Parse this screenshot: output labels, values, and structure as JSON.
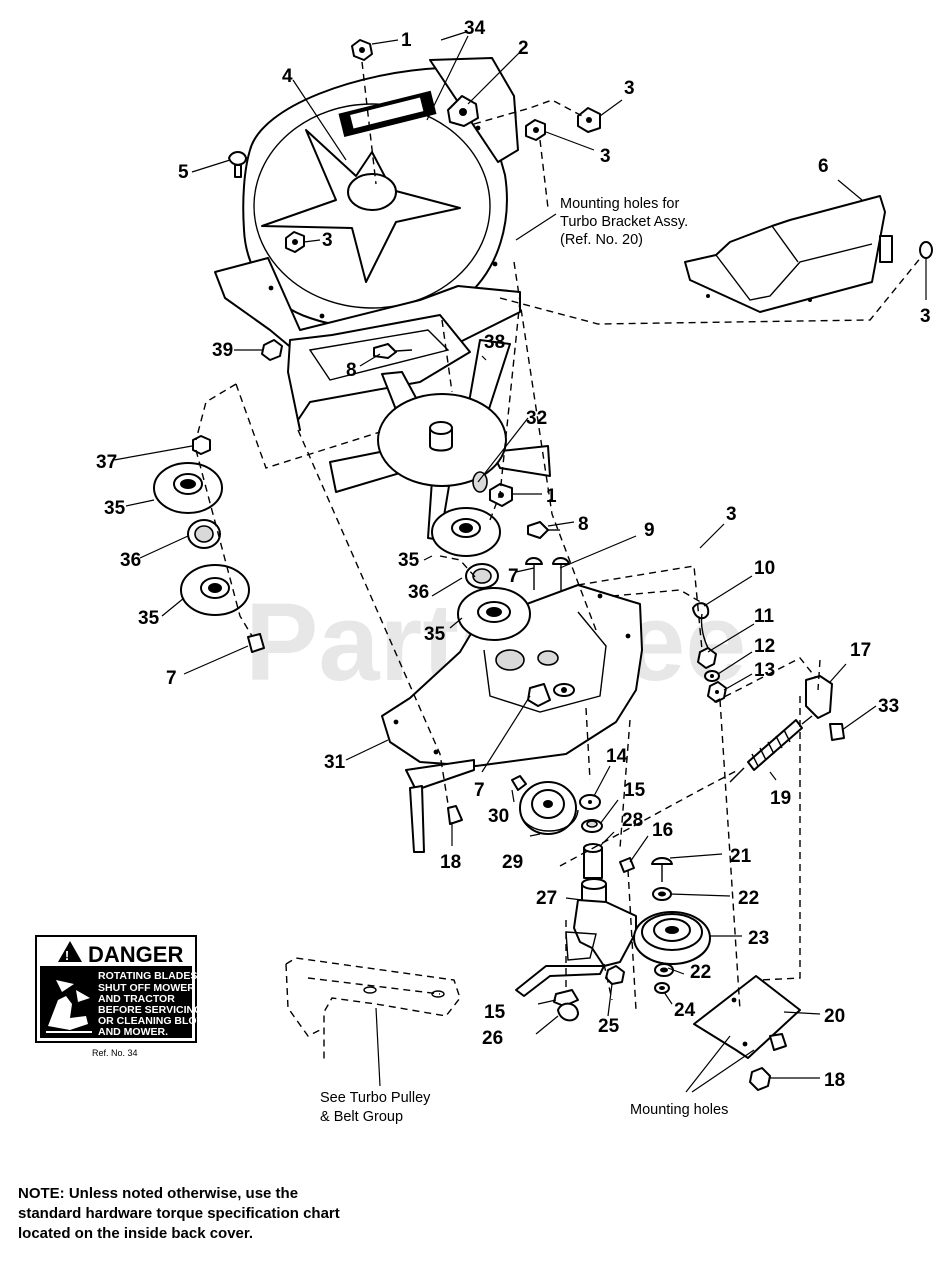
{
  "watermark": "PartsTree",
  "notes": {
    "mounting_holes_turbo": [
      "Mounting holes for",
      "Turbo Bracket Assy.",
      "(Ref. No. 20)"
    ],
    "turbo_pulley": [
      "See Turbo Pulley",
      "& Belt Group"
    ],
    "mounting_holes": "Mounting holes",
    "bottom_note": "NOTE: Unless noted otherwise, use the standard hardware torque specification chart located on the inside back cover."
  },
  "danger_decal": {
    "title": "DANGER",
    "lines": [
      "ROTATING BLADES",
      "SHUT OFF MOWER",
      "AND TRACTOR",
      "BEFORE SERVICING",
      "OR CLEANING BLOWER",
      "AND MOWER."
    ],
    "ref": "Ref. No. 34"
  },
  "callouts": [
    "1",
    "34",
    "2",
    "4",
    "3",
    "3",
    "5",
    "6",
    "3",
    "3",
    "39",
    "8",
    "38",
    "32",
    "37",
    "1",
    "35",
    "8",
    "9",
    "3",
    "36",
    "7",
    "35",
    "10",
    "36",
    "35",
    "11",
    "12",
    "13",
    "17",
    "7",
    "33",
    "31",
    "7",
    "14",
    "19",
    "30",
    "15",
    "28",
    "16",
    "18",
    "29",
    "21",
    "27",
    "22",
    "23",
    "15",
    "22",
    "24",
    "25",
    "26",
    "20",
    "18"
  ]
}
